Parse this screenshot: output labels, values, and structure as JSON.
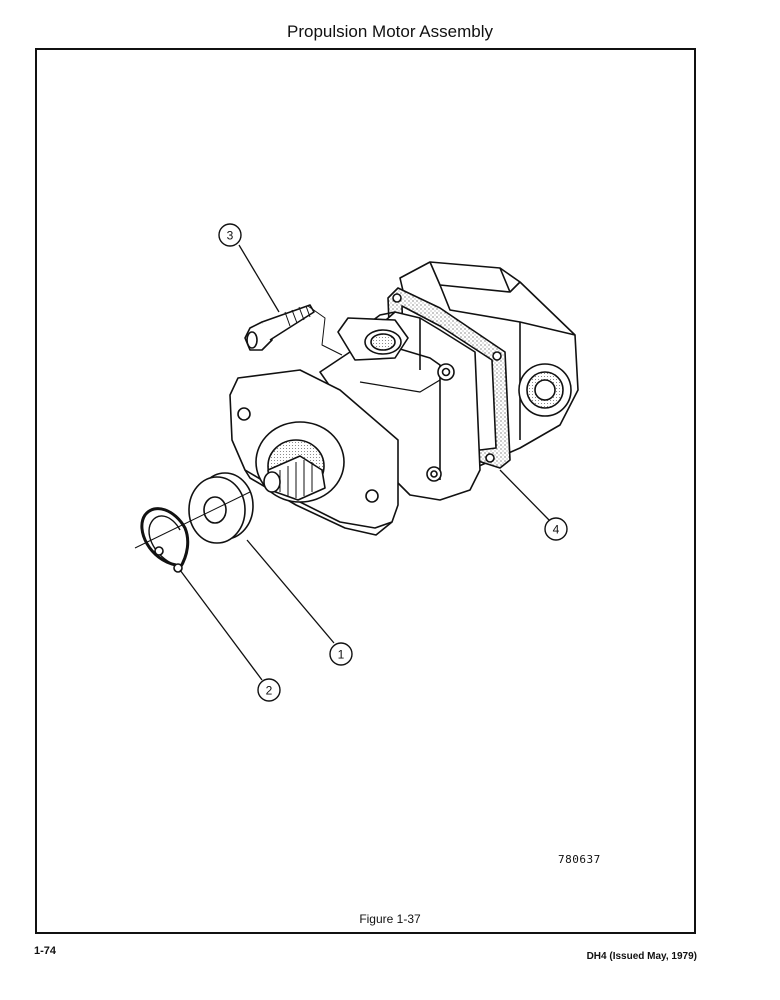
{
  "header": {
    "title": "Propulsion Motor Assembly"
  },
  "figure": {
    "drawing_number": "780637",
    "caption": "Figure 1-37",
    "callouts": [
      "1",
      "2",
      "3",
      "4"
    ]
  },
  "footer": {
    "page_number": "1-74",
    "document": "DH4 (Issued May, 1979)"
  }
}
